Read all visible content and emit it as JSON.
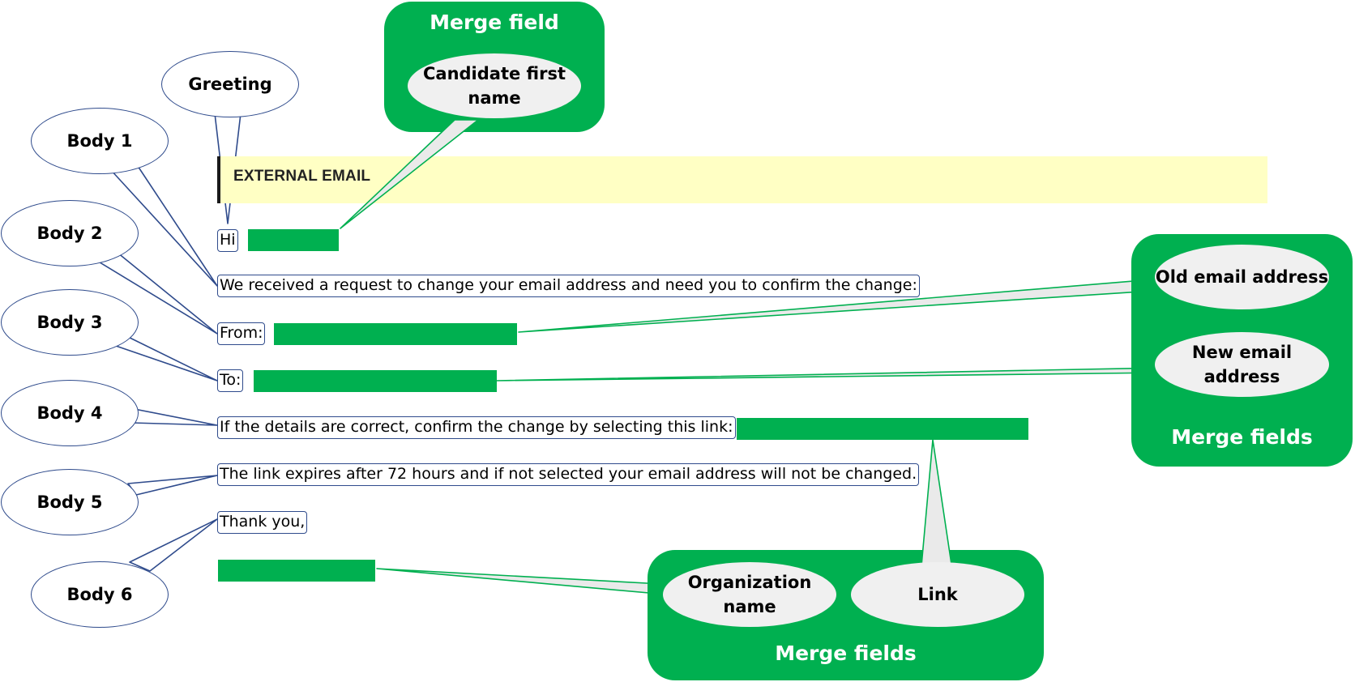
{
  "banner": {
    "text": "EXTERNAL EMAIL"
  },
  "email": {
    "greeting": "Hi",
    "body1": "We received a request to change your email address and need you to confirm the change:",
    "body2": "From:",
    "body3": "To:",
    "body4": "If the details are correct, confirm the change by selecting this link:",
    "body5": "The link expires after 72 hours and if not selected your email address will not be changed.",
    "body6": "Thank you,"
  },
  "callouts": {
    "greeting": "Greeting",
    "body1": "Body 1",
    "body2": "Body 2",
    "body3": "Body 3",
    "body4": "Body 4",
    "body5": "Body 5",
    "body6": "Body 6"
  },
  "panels": {
    "top": {
      "title": "Merge field",
      "fields": [
        "Candidate first name"
      ]
    },
    "right": {
      "title": "Merge fields",
      "fields": [
        "Old email address",
        "New email address"
      ]
    },
    "bottom": {
      "title": "Merge fields",
      "fields": [
        "Organization name",
        "Link"
      ]
    }
  },
  "colors": {
    "merge_green": "#00b050",
    "callout_border": "#2f4b8c",
    "banner_background": "#ffffc4",
    "bubble_grey": "#f0f0f0"
  }
}
